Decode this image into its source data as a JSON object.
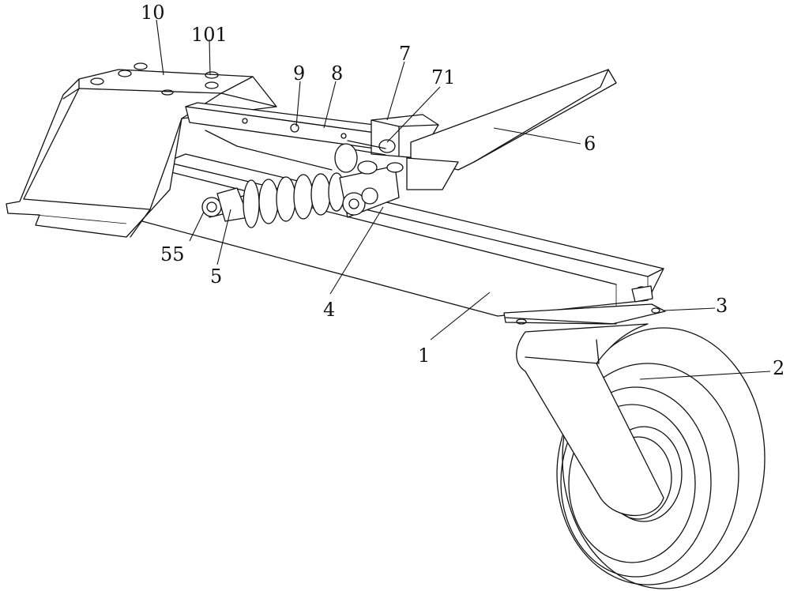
{
  "labels": {
    "l10": "10",
    "l101": "101",
    "l9": "9",
    "l8": "8",
    "l7": "7",
    "l71": "71",
    "l6": "6",
    "l55": "55",
    "l5": "5",
    "l4": "4",
    "l3": "3",
    "l2": "2",
    "l1": "1"
  }
}
